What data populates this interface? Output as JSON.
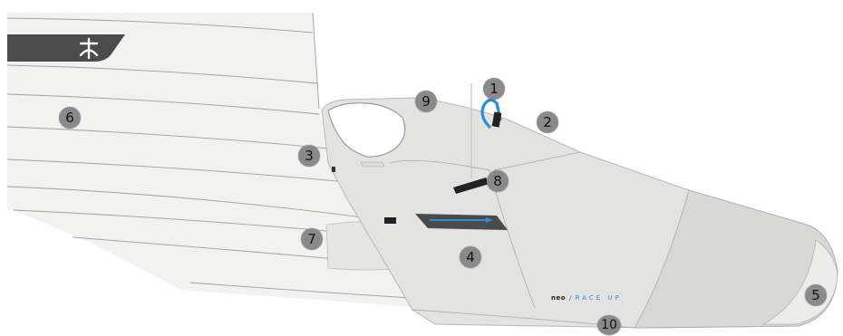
{
  "markers": [
    {
      "id": "1",
      "label": "1"
    },
    {
      "id": "2",
      "label": "2"
    },
    {
      "id": "3",
      "label": "3"
    },
    {
      "id": "4",
      "label": "4"
    },
    {
      "id": "5",
      "label": "5"
    },
    {
      "id": "6",
      "label": "6"
    },
    {
      "id": "7",
      "label": "7"
    },
    {
      "id": "8",
      "label": "8"
    },
    {
      "id": "9",
      "label": "9"
    },
    {
      "id": "10",
      "label": "10"
    }
  ],
  "brand": {
    "prefix": "neo",
    "model": "RACE UP"
  },
  "colors": {
    "shell": "#e2e2e0",
    "shell_stroke": "#b9b9b6",
    "wing": "#f1f1ef",
    "wing_lines": "#9a9a9a",
    "marker": "#8a8a8a",
    "logo_panel": "#4a4a4a",
    "accent_blue": "#2b8fd6",
    "karabiner": "#2a8fd8"
  },
  "icons": [
    "logo-icon",
    "karabiner-icon"
  ]
}
